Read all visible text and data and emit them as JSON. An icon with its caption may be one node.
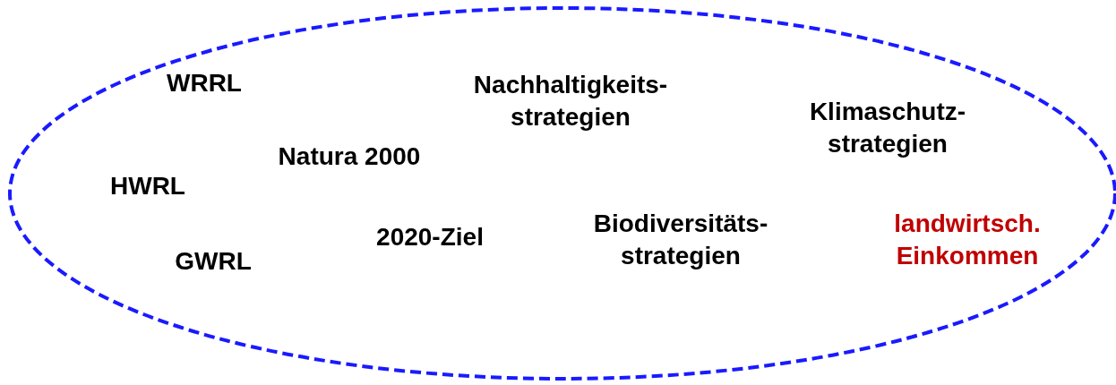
{
  "diagram": {
    "nodes": [
      {
        "text": [],
        "shape": "ellipse"
      },
      {
        "text": [
          "WRRL"
        ],
        "in": 0
      },
      {
        "text": [
          "Nachhaltigkeits- strategien"
        ],
        "in": 0
      },
      {
        "text": [
          "Klimaschutz- strategien"
        ],
        "in": 0
      },
      {
        "text": [
          "Natura 2000"
        ],
        "in": 0
      },
      {
        "text": [
          "HWRL"
        ],
        "in": 0
      },
      {
        "text": [
          "2020-Ziel"
        ],
        "in": 0
      },
      {
        "text": [
          "Biodiversitäts- strategien"
        ],
        "in": 0
      },
      {
        "text": [
          "landwirtsch. Einkommen"
        ],
        "in": 0
      },
      {
        "text": [
          "GWRL"
        ],
        "in": 0
      }
    ]
  }
}
